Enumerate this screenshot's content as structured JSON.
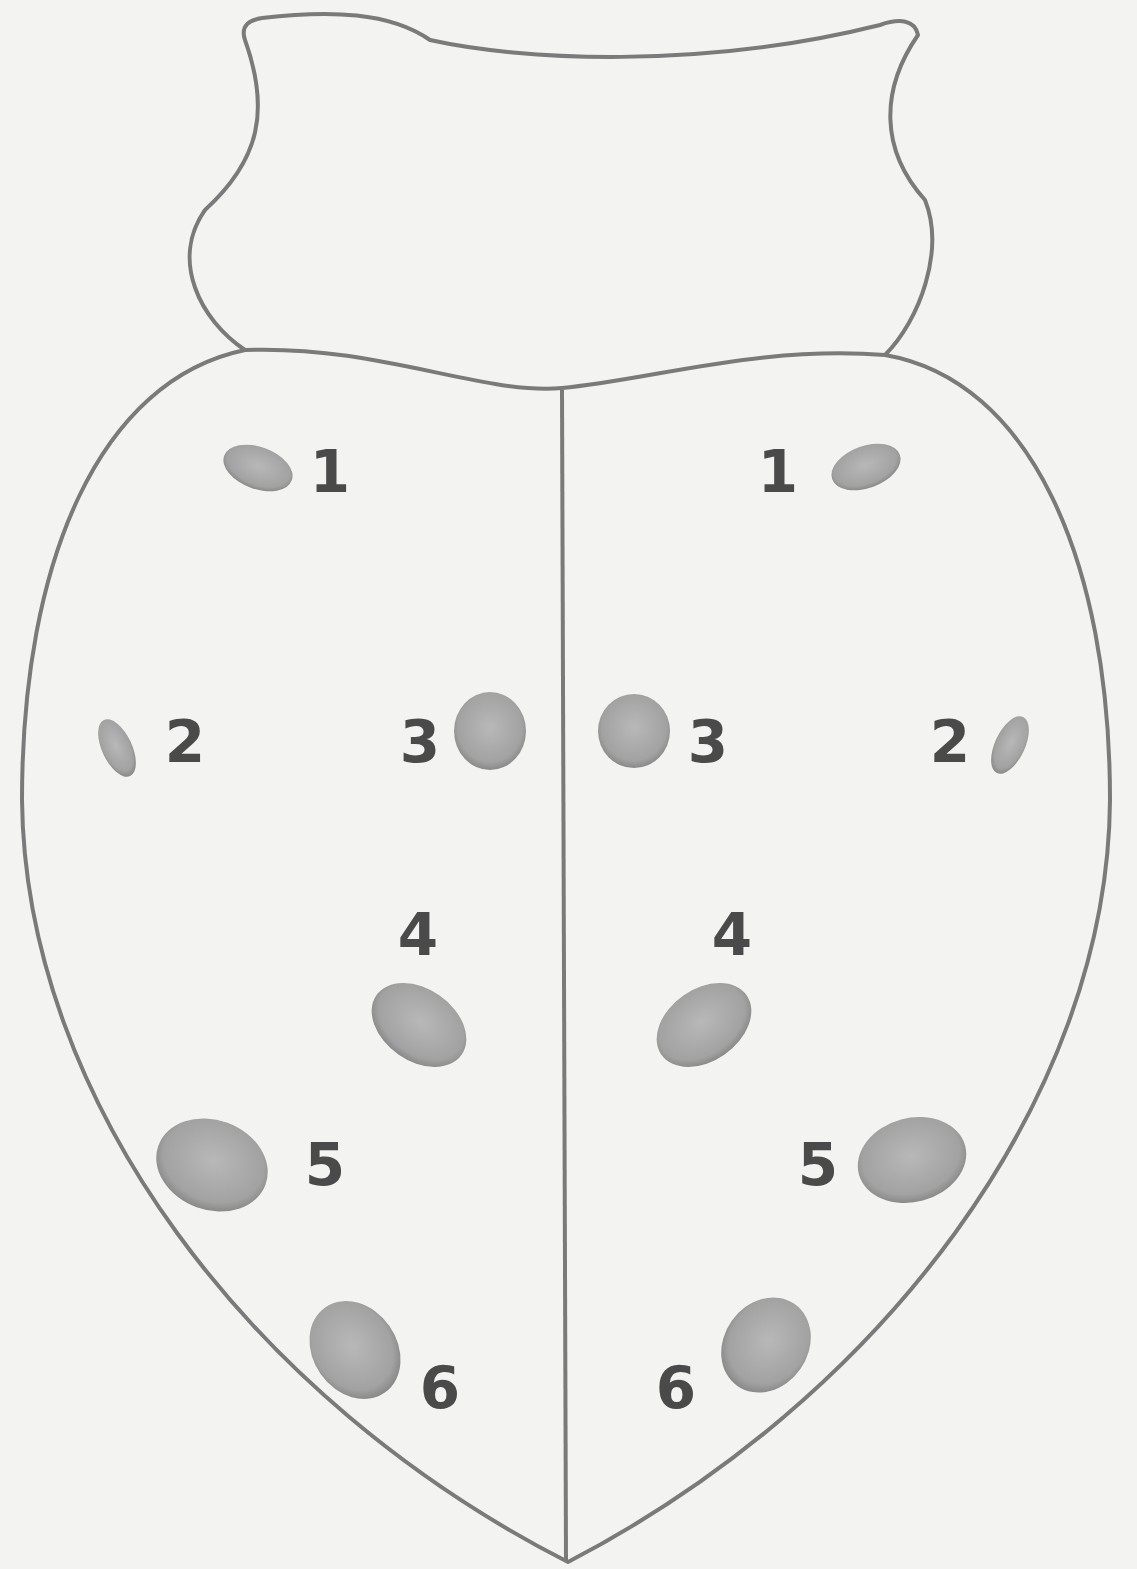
{
  "diagram": {
    "labels": [
      "1",
      "1",
      "2",
      "3",
      "3",
      "2",
      "4",
      "4",
      "5",
      "5",
      "6",
      "6"
    ]
  }
}
